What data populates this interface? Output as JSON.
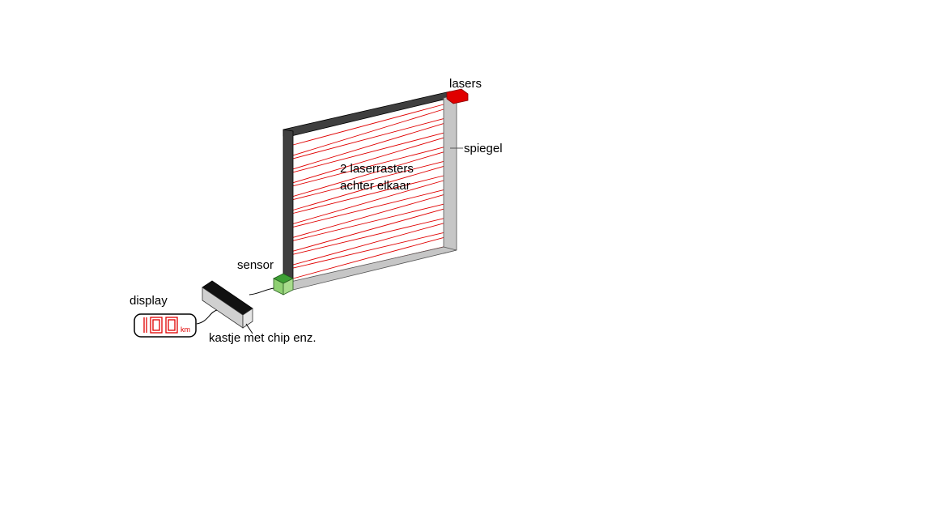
{
  "labels": {
    "lasers": "lasers",
    "spiegel": "spiegel",
    "grid_line1": "2 laserrasters",
    "grid_line2": "achter elkaar",
    "sensor": "sensor",
    "display": "display",
    "box": "kastje met chip enz."
  },
  "display_readout": {
    "value": "100",
    "unit": "km"
  },
  "colors": {
    "laser": "#e00000",
    "frame_dark": "#3f3f3f",
    "frame_light": "#c6c6c6",
    "sensor": "#8fd072",
    "sensor_top": "#3ea035",
    "box_top": "#111111",
    "box_side": "#d0d0d0"
  }
}
